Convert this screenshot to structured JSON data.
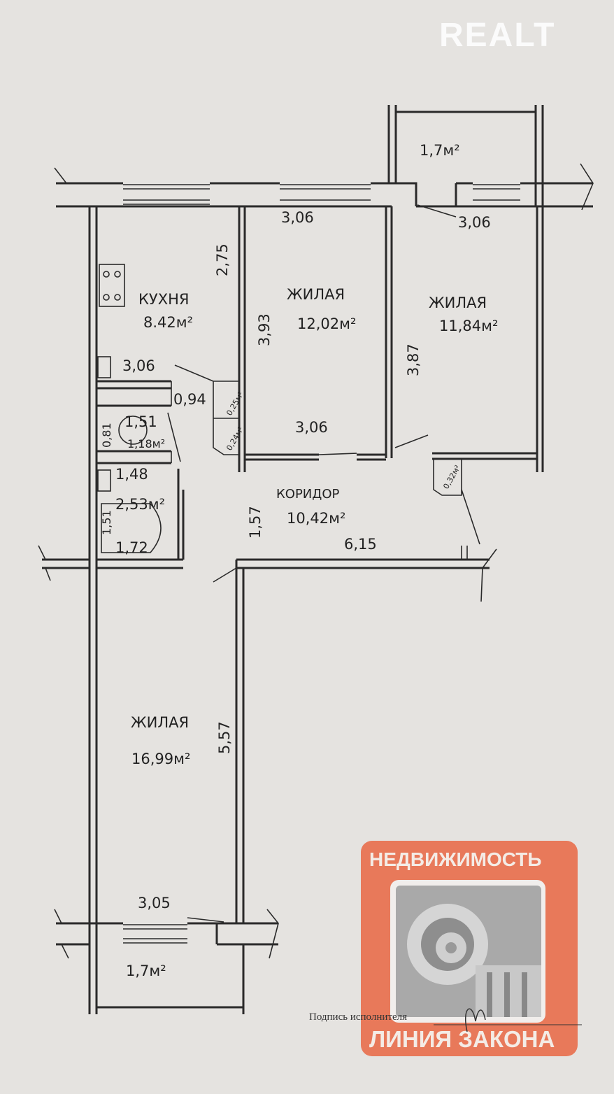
{
  "brand": "REALT",
  "rooms": {
    "kitchen": {
      "name": "КУХНЯ",
      "area": "8.42м²",
      "width": "3,06",
      "depth": "2,75"
    },
    "living1": {
      "name": "ЖИЛАЯ",
      "area": "12,02м²",
      "width_top": "3,06",
      "width_bottom": "3,06",
      "depth": "3,93"
    },
    "living2": {
      "name": "ЖИЛАЯ",
      "area": "11,84м²",
      "width": "3,06",
      "depth": "3,87"
    },
    "corridor": {
      "name": "КОРИДОР",
      "area": "10,42м²",
      "length": "6,15",
      "width": "1,57",
      "extra": "0,94"
    },
    "living3": {
      "name": "ЖИЛАЯ",
      "area": "16,99м²",
      "width": "3,05",
      "depth": "5,57"
    },
    "balcony_top": {
      "area": "1,7м²"
    },
    "balcony_bottom": {
      "area": "1,7м²"
    },
    "toilet": {
      "area": "1,18м²",
      "w": "1,51",
      "d": "0,81"
    },
    "bath": {
      "area": "2,53м²",
      "w1": "1,48",
      "w2": "1,72",
      "d": "1,51"
    },
    "closets": [
      "0,25м²",
      "0,24м²",
      "0,32м²"
    ]
  },
  "signature_label": "Подпись исполнителя",
  "logo": {
    "top": "НЕДВИЖИМОСТЬ",
    "bottom": "ЛИНИЯ ЗАКОНА",
    "color": "#e8795a"
  }
}
